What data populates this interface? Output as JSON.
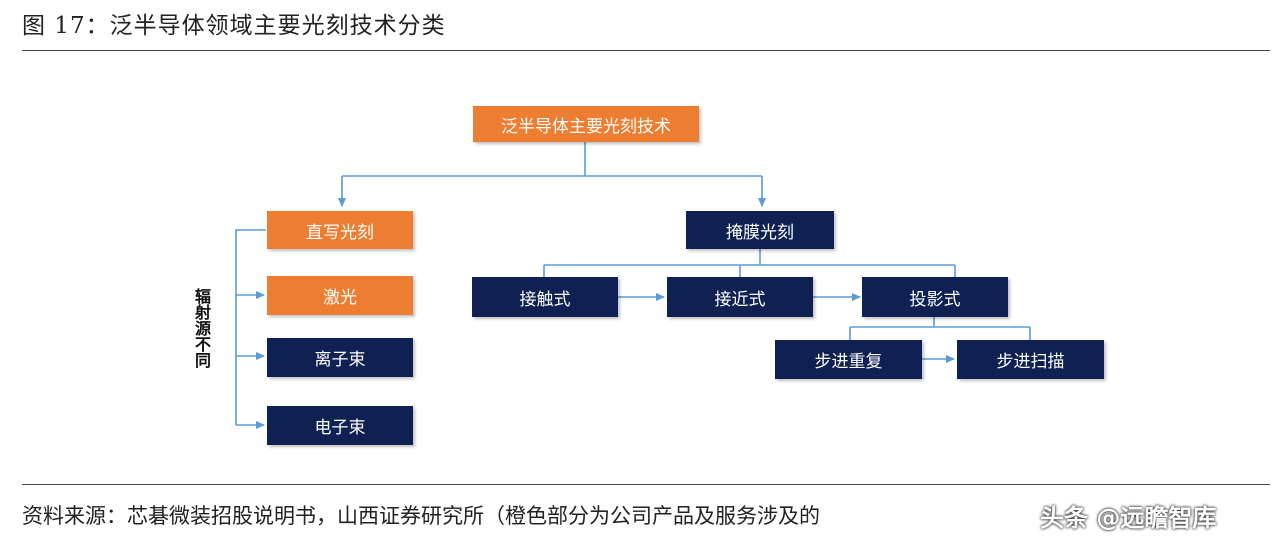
{
  "figure": {
    "title": "图 17：泛半导体领域主要光刻技术分类",
    "source": "资料来源：芯碁微装招股说明书，山西证券研究所（橙色部分为公司产品及服务涉及的",
    "watermark": "头条 @远瞻智库"
  },
  "diagram": {
    "root": "泛半导体主要光刻技术",
    "direct_write": "直写光刻",
    "mask": "掩膜光刻",
    "side_label": "辐射源不同",
    "radiation_sources": [
      "激光",
      "离子束",
      "电子束"
    ],
    "mask_types": [
      "接触式",
      "接近式",
      "投影式"
    ],
    "projection_types": [
      "步进重复",
      "步进扫描"
    ]
  },
  "colors": {
    "highlight": "#ed7d31",
    "box": "#0f2152",
    "connector": "#5b9bd5"
  }
}
